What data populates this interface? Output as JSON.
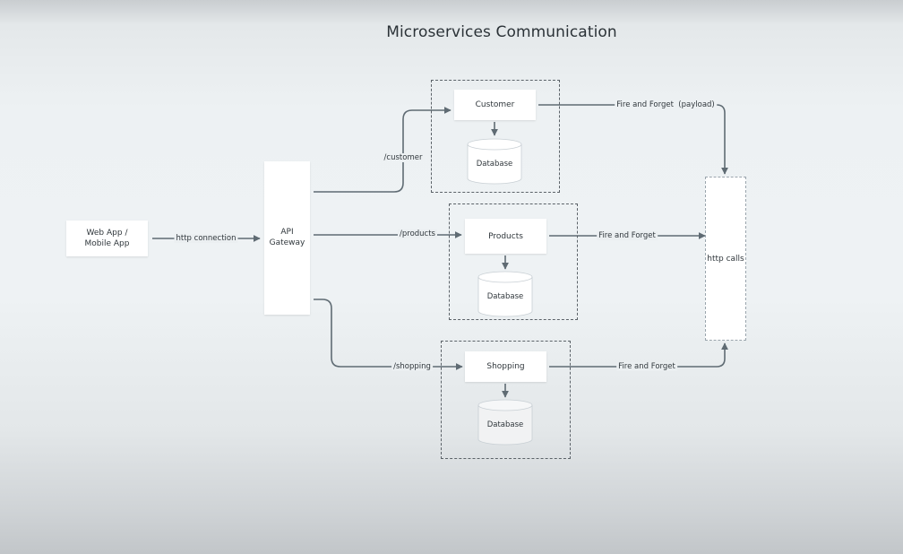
{
  "diagram": {
    "title": "Microservices Communication",
    "nodes": {
      "client": "Web App / Mobile App",
      "gateway": "API Gateway",
      "customer": "Customer",
      "products": "Products",
      "shopping": "Shopping",
      "customer_db": "Database",
      "products_db": "Database",
      "shopping_db": "Database",
      "http_calls": "http calls"
    },
    "edges": {
      "client_to_gateway": "http connection",
      "gateway_to_customer": "/customer",
      "gateway_to_products": "/products",
      "gateway_to_shopping": "/shopping",
      "customer_to_http": "Fire and Forget  (payload)",
      "products_to_http": "Fire and Forget",
      "shopping_to_http": "Fire and Forget"
    },
    "colors": {
      "edge": "#5f6b73",
      "group_border": "#5b6268",
      "node_fill": "#ffffff"
    }
  }
}
